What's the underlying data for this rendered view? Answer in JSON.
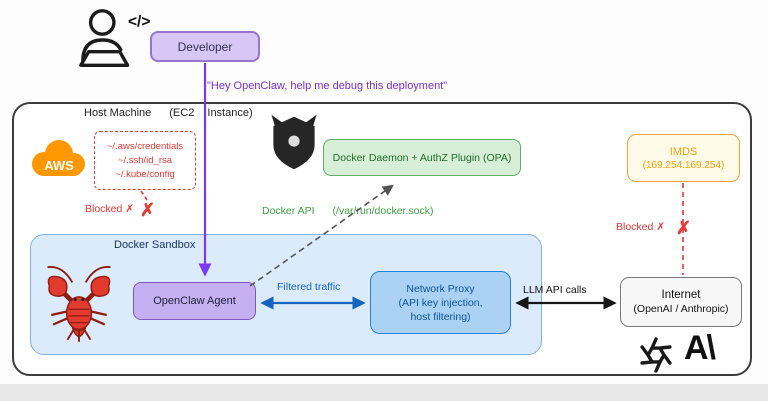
{
  "developer": {
    "icon_code": "</>",
    "box_label": "Developer",
    "quote": "\"Hey OpenClaw, help me debug this deployment\""
  },
  "host": {
    "label": "Host Machine",
    "sublabel": "(EC2 Instance)"
  },
  "aws": {
    "logo_text": "AWS",
    "credential_files": [
      "~/.aws/credentials",
      "~/.ssh/id_rsa",
      "~/.kube/config"
    ],
    "blocked_label": "Blocked ✗",
    "blocked_mark": "✗"
  },
  "daemon": {
    "box_label": "Docker Daemon + AuthZ Plugin (OPA)",
    "api_label": "Docker API",
    "api_path": "(/var/run/docker.sock)"
  },
  "sandbox": {
    "title": "Docker Sandbox",
    "agent_label": "OpenClaw Agent",
    "filtered_traffic_label": "Filtered traffic",
    "proxy_title": "Network Proxy",
    "proxy_line2": "(API key injection,",
    "proxy_line3": "host filtering)"
  },
  "llm": {
    "calls_label": "LLM API calls",
    "internet_title": "Internet",
    "internet_subtitle": "(OpenAI / Anthropic)",
    "anthropic_mark": "A\\"
  },
  "imds": {
    "title": "IMDS",
    "ip": "(169.254.169.254)",
    "blocked_label": "Blocked ✗",
    "blocked_mark": "✗"
  },
  "icons": {
    "developer": "person-at-laptop",
    "aws": "orange-cloud",
    "docker_daemon": "horned-shield",
    "lobster": "red-lobster",
    "openai": "hexagonal-knot",
    "anthropic": "letter-A-backslash"
  },
  "colors": {
    "purple_accent": "#7c3aed",
    "green_accent": "#3da044",
    "red_accent": "#e53935",
    "blue_accent": "#1565c0",
    "orange_accent": "#f59e0b"
  }
}
